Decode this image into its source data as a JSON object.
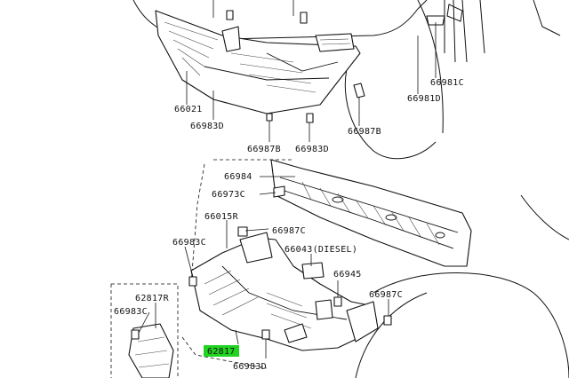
{
  "callouts": {
    "c66021": "66021",
    "c66983D_top": "66983D",
    "c66987B_left": "66987B",
    "c66983D_mid": "66983D",
    "c66981C": "66981C",
    "c66981D": "66981D",
    "c66987B_right": "66987B",
    "c66984": "66984",
    "c66973C": "66973C",
    "c66015R": "66015R",
    "c66987C_left": "66987C",
    "c66983C": "66983C",
    "c66043": "66043(DIESEL)",
    "c66945": "66945",
    "c62817R": "62817R",
    "c66983C_low": "66983C",
    "c66987C_right": "66987C",
    "c62817": "62817",
    "c66983D_bottom": "66983D"
  },
  "highlight_color": "#22d422"
}
